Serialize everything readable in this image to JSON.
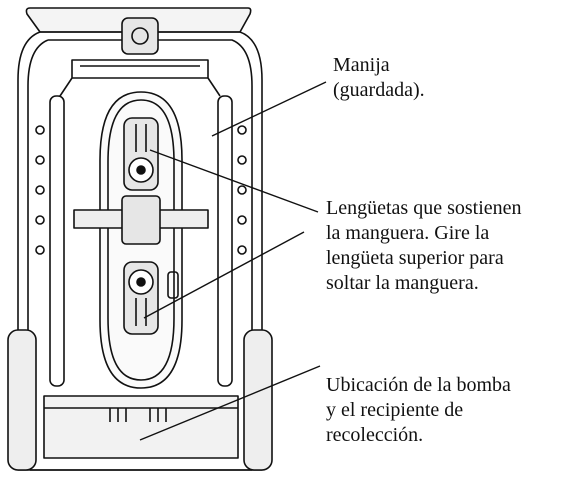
{
  "callouts": {
    "handle": {
      "lines": [
        "Manija",
        "(guardada)."
      ]
    },
    "tabs": {
      "lines": [
        "Lengüetas que sostienen",
        "la manguera. Gire la",
        "lengüeta superior para",
        "soltar la manguera."
      ]
    },
    "pump": {
      "lines": [
        "Ubicación de la bomba",
        "y el recipiente de",
        "recolección."
      ]
    }
  },
  "colors": {
    "line": "#111111",
    "fill_light": "#f4f4f4",
    "fill_mid": "#e6e6e6",
    "background": "#ffffff"
  }
}
